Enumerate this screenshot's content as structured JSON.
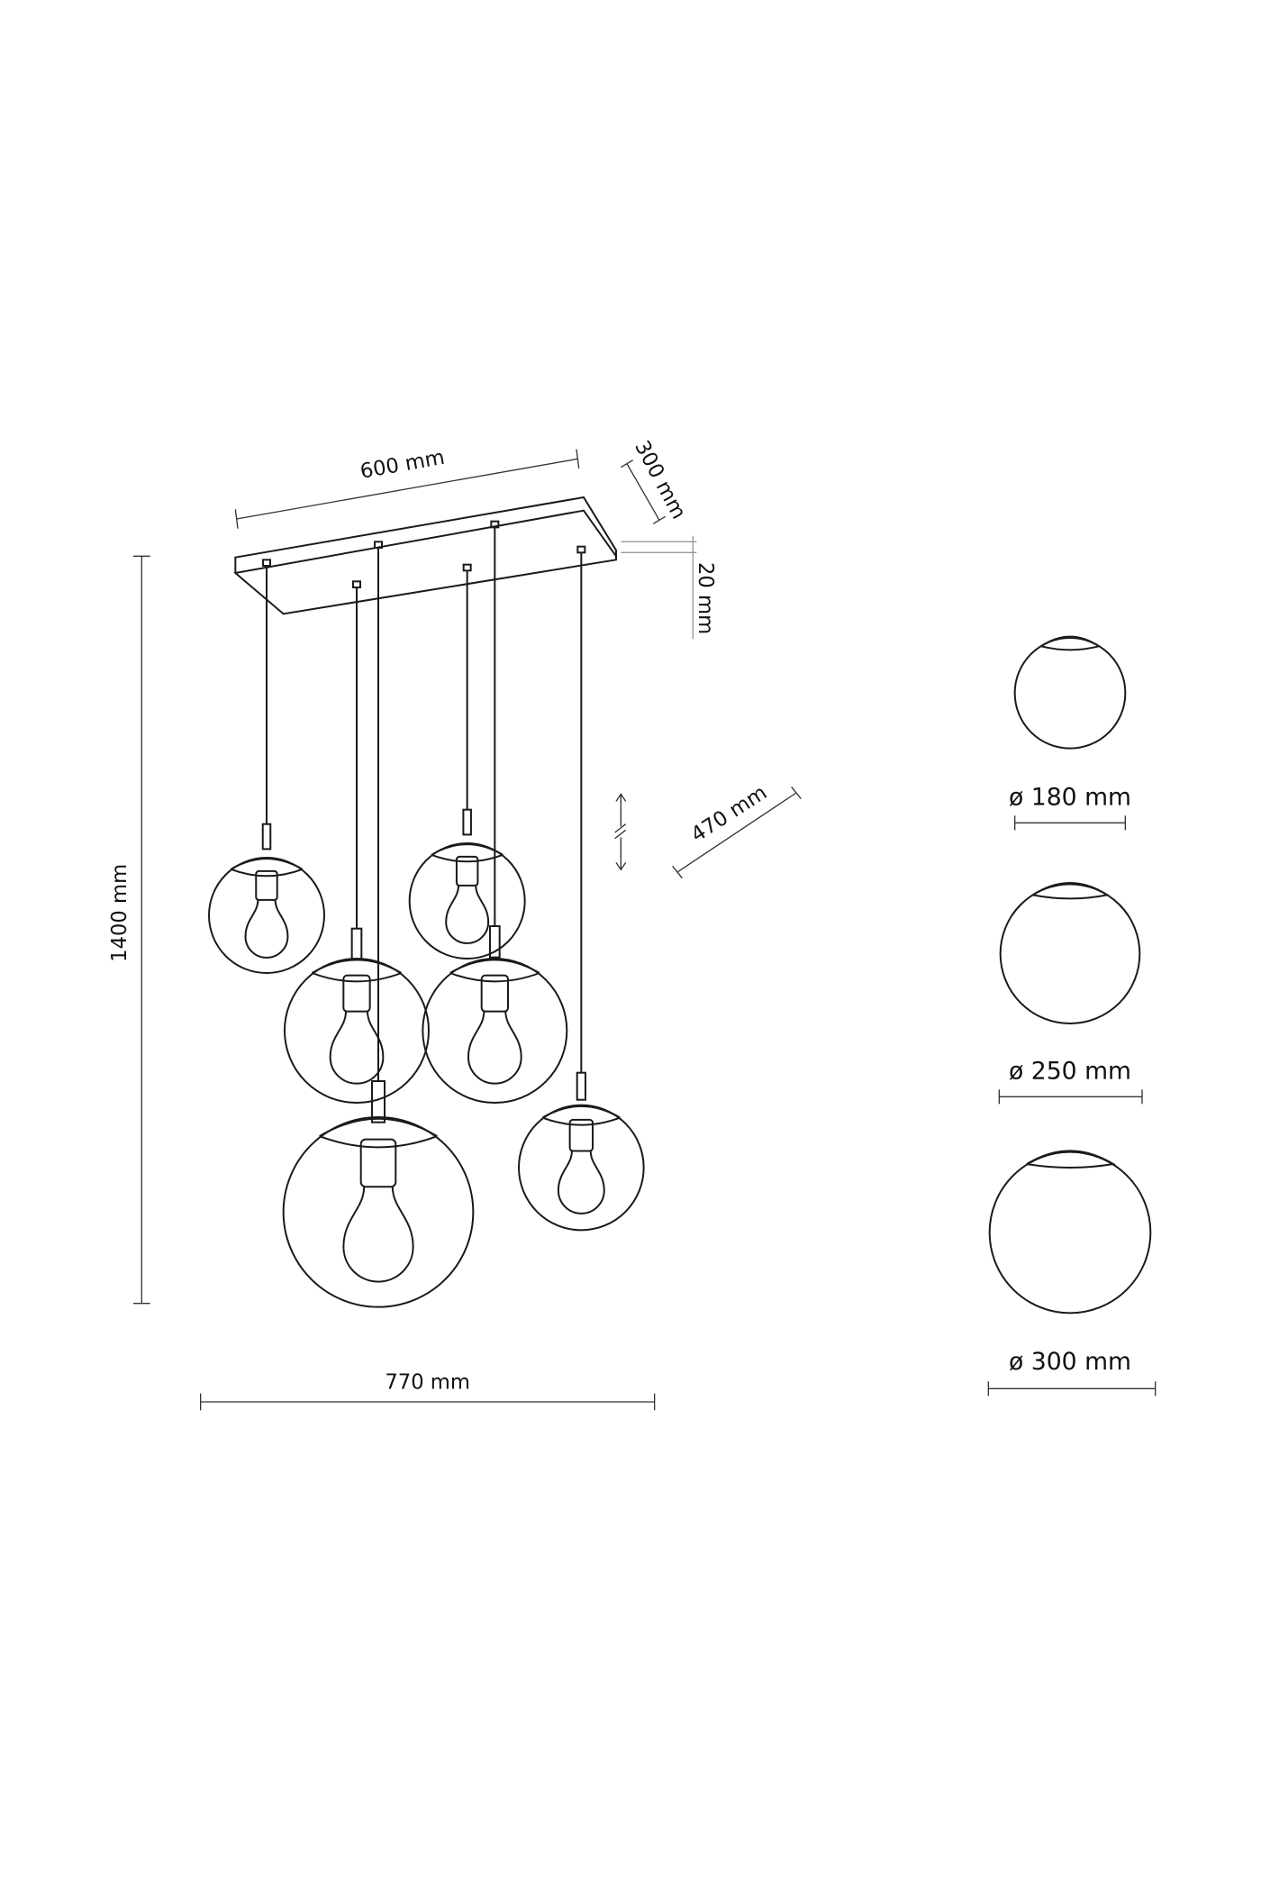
{
  "dimensions": {
    "canopy_length": "600 mm",
    "canopy_depth": "300 mm",
    "canopy_height": "20 mm",
    "adjustable_cable": "470 mm",
    "total_height": "1400 mm",
    "total_width": "770 mm"
  },
  "shade_sizes": [
    {
      "label": "ø 180 mm"
    },
    {
      "label": "ø 250 mm"
    },
    {
      "label": "ø 300 mm"
    }
  ],
  "colors": {
    "line": "#1a1a1a",
    "background": "#ffffff"
  }
}
